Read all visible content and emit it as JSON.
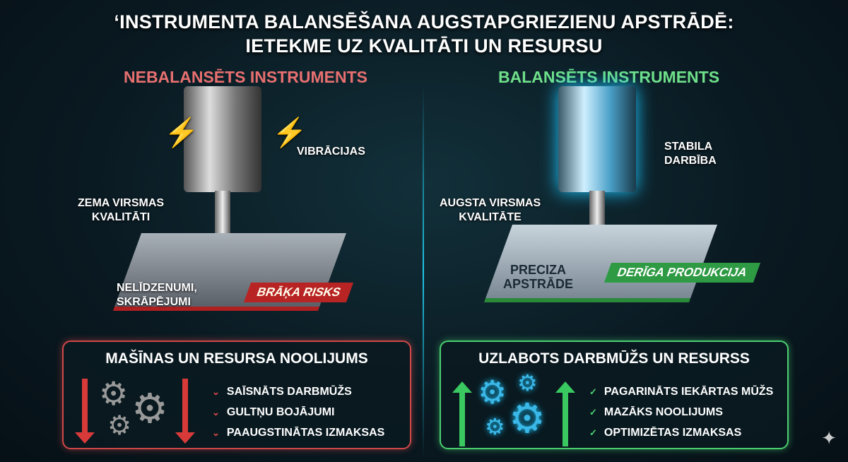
{
  "title": {
    "line1": "‘INSTRUMENTA BALANSĒŠANA AUGSTAPGRIEZIENU APSTRĀDĒ:",
    "line2": "IETEKME UZ KVALITĀTI UN RESURSU"
  },
  "left": {
    "heading": "NEBALANSĒTS INSTRUMENTS",
    "vibration": "VIBRĀCIJAS",
    "surface_line1": "ZEMA VIRSMAS",
    "surface_line2": "KVALITĀTI",
    "defects_line1": "NELĪDZENUMI,",
    "defects_line2": "SKRĀPĒJUMI",
    "tag": "BRĀĶA RISKS",
    "box": {
      "title": "MAŠĪNAS UN RESURSA NOOLIJUMS",
      "items": [
        "SAĪSNĀTS DARBMŪŽS",
        "GULTŅU BOJĀJUMI",
        "PAAUGSTINĀTAS IZMAKSAS"
      ]
    }
  },
  "right": {
    "heading": "BALANSĒTS INSTRUMENTS",
    "stable_line1": "STABILA",
    "stable_line2": "DARBĪBA",
    "surface_line1": "AUGSTA VIRSMAS",
    "surface_line2": "KVALITĀTE",
    "precise_line1": "PRECIZA",
    "precise_line2": "APSTRĀDE",
    "tag": "DERĪGA PRODUKCIJA",
    "box": {
      "title": "UZLABOTS DARBMŪŽS UN RESURSS",
      "items": [
        "PAGARINĀTS IEKĀRTAS MŪŽS",
        "MAZĀKS NOOLIJUMS",
        "OPTIMIZĒTAS IZMAKSAS"
      ]
    }
  },
  "colors": {
    "red": "#d04848",
    "green": "#4ad070",
    "cyan": "#1ec8e8"
  }
}
